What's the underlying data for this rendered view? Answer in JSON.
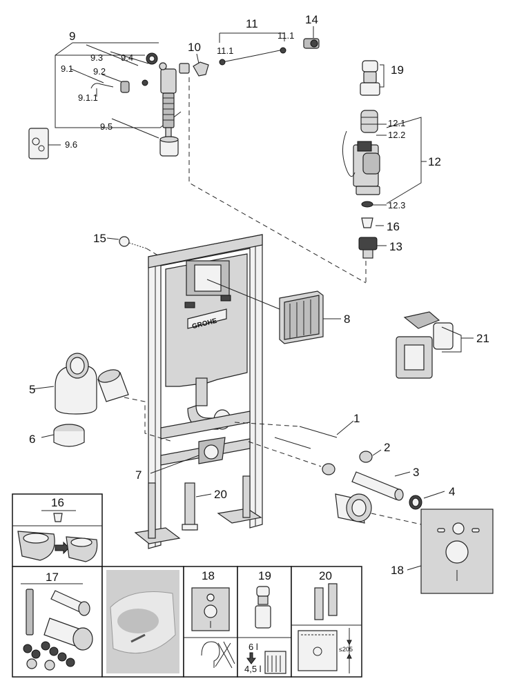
{
  "labels": {
    "l9": "9",
    "l9_3": "9.3",
    "l9_4": "9.4",
    "l9_1": "9.1",
    "l9_2": "9.2",
    "l9_1_1": "9.1.1",
    "l9_5": "9.5",
    "l9_6": "9.6",
    "l10": "10",
    "l11": "11",
    "l11_1a": "11.1",
    "l11_1b": "11.1",
    "l14": "14",
    "l19": "19",
    "l12_1": "12.1",
    "l12_2": "12.2",
    "l12": "12",
    "l12_3": "12.3",
    "l16": "16",
    "l13": "13",
    "l15": "15",
    "l8": "8",
    "l21": "21",
    "l5": "5",
    "l6": "6",
    "l1": "1",
    "l2": "2",
    "l3": "3",
    "l4": "4",
    "l7": "7",
    "l20": "20",
    "l18": "18"
  },
  "brand": "GROHE",
  "panels": {
    "p16": "16",
    "p17": "17",
    "p18": "18",
    "p19": "19",
    "p20": "20",
    "dim_6": "6 l",
    "dim_4_5": "4,5 l",
    "dim_205": "≤205"
  }
}
